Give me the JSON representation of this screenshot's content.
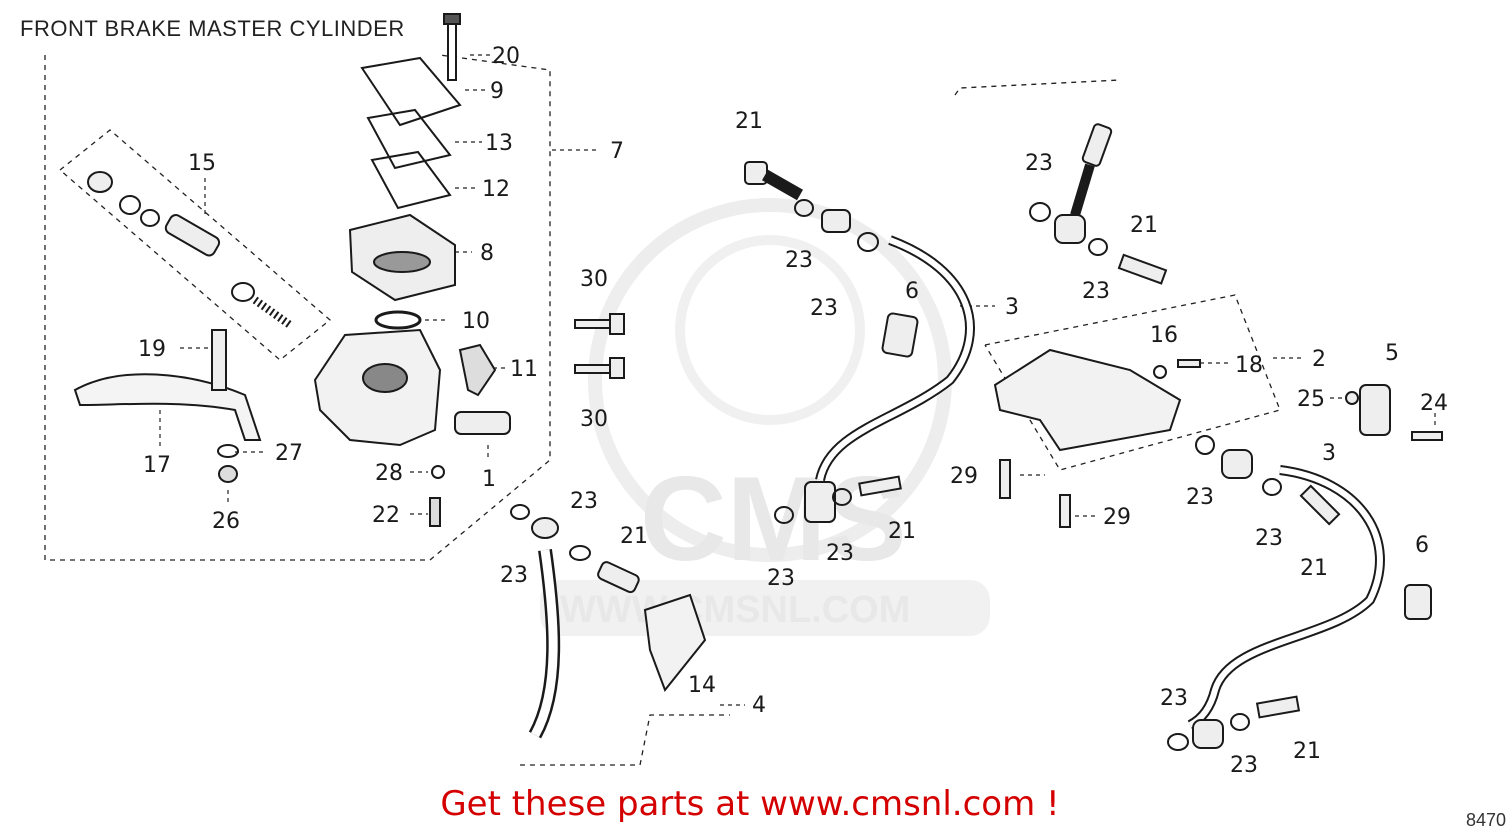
{
  "title": "FRONT BRAKE MASTER CYLINDER",
  "footer": "Get these parts at www.cmsnl.com !",
  "diagram_code": "8470",
  "watermark": {
    "logo": "CMS",
    "url": "WWW.CMSNL.COM"
  },
  "callouts": [
    {
      "id": "c20",
      "label": "20"
    },
    {
      "id": "c9",
      "label": "9"
    },
    {
      "id": "c13",
      "label": "13"
    },
    {
      "id": "c12",
      "label": "12"
    },
    {
      "id": "c7",
      "label": "7"
    },
    {
      "id": "c15",
      "label": "15"
    },
    {
      "id": "c8",
      "label": "8"
    },
    {
      "id": "c10",
      "label": "10"
    },
    {
      "id": "c11",
      "label": "11"
    },
    {
      "id": "c19",
      "label": "19"
    },
    {
      "id": "c17",
      "label": "17"
    },
    {
      "id": "c27",
      "label": "27"
    },
    {
      "id": "c26",
      "label": "26"
    },
    {
      "id": "c28",
      "label": "28"
    },
    {
      "id": "c22",
      "label": "22"
    },
    {
      "id": "c1",
      "label": "1"
    },
    {
      "id": "c30a",
      "label": "30"
    },
    {
      "id": "c30b",
      "label": "30"
    },
    {
      "id": "c21a",
      "label": "21"
    },
    {
      "id": "c23a",
      "label": "23"
    },
    {
      "id": "c23b",
      "label": "23"
    },
    {
      "id": "c6a",
      "label": "6"
    },
    {
      "id": "c3a",
      "label": "3"
    },
    {
      "id": "c23c",
      "label": "23"
    },
    {
      "id": "c21b",
      "label": "21"
    },
    {
      "id": "c23d",
      "label": "23"
    },
    {
      "id": "c16",
      "label": "16"
    },
    {
      "id": "c18",
      "label": "18"
    },
    {
      "id": "c2",
      "label": "2"
    },
    {
      "id": "c5",
      "label": "5"
    },
    {
      "id": "c25",
      "label": "25"
    },
    {
      "id": "c24",
      "label": "24"
    },
    {
      "id": "c3b",
      "label": "3"
    },
    {
      "id": "c29a",
      "label": "29"
    },
    {
      "id": "c29b",
      "label": "29"
    },
    {
      "id": "c21c",
      "label": "21"
    },
    {
      "id": "c23e",
      "label": "23"
    },
    {
      "id": "c23f",
      "label": "23"
    },
    {
      "id": "c23g",
      "label": "23"
    },
    {
      "id": "c21d",
      "label": "21"
    },
    {
      "id": "c23h",
      "label": "23"
    },
    {
      "id": "c23i",
      "label": "23"
    },
    {
      "id": "c21e",
      "label": "21"
    },
    {
      "id": "c6b",
      "label": "6"
    },
    {
      "id": "c14",
      "label": "14"
    },
    {
      "id": "c4",
      "label": "4"
    },
    {
      "id": "c23j",
      "label": "23"
    },
    {
      "id": "c23k",
      "label": "23"
    },
    {
      "id": "c23l",
      "label": "23"
    },
    {
      "id": "c21f",
      "label": "21"
    }
  ]
}
